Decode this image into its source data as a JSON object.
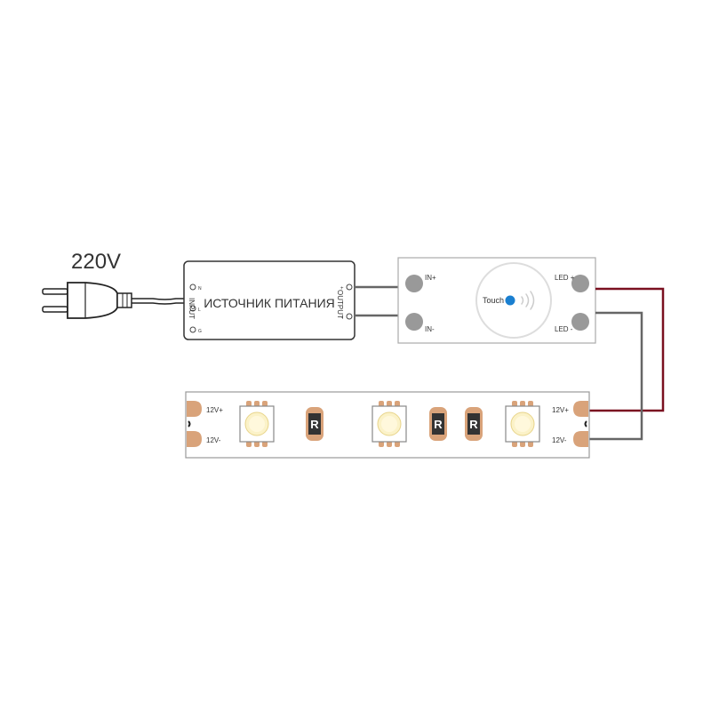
{
  "voltage_label": "220V",
  "power_supply": {
    "title": "ИСТОЧНИК ПИТАНИЯ",
    "input_label": "INPUT",
    "output_label": "OUTPUT",
    "input_terminals": [
      "N",
      "L",
      "G"
    ],
    "output_terminals": [
      "+",
      "-"
    ]
  },
  "controller": {
    "in_plus": "IN+",
    "in_minus": "IN-",
    "led_plus": "LED +",
    "led_minus": "LED -",
    "touch_label": "Touch"
  },
  "strip": {
    "left_plus": "12V+",
    "left_minus": "12V-",
    "right_plus": "12V+",
    "right_minus": "12V-",
    "resistor_label": "R"
  },
  "colors": {
    "wire_positive": "#7a1020",
    "wire_negative": "#666666",
    "pad": "#d9a37a",
    "terminal": "#999999",
    "touch_dot": "#1a7fd0"
  }
}
